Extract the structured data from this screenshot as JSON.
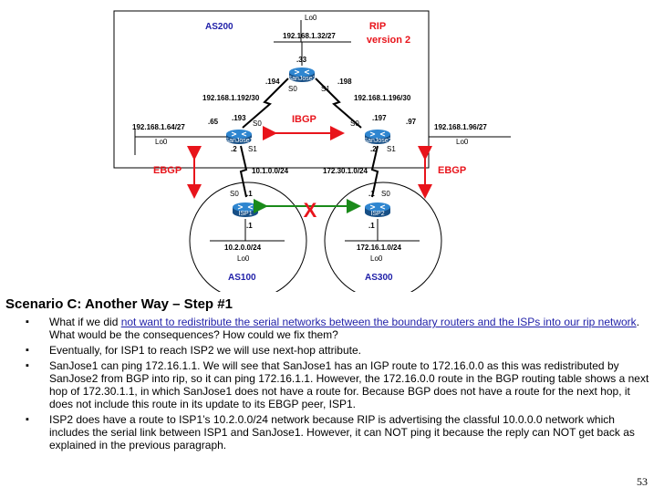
{
  "diagram": {
    "as200": "AS200",
    "as100": "AS100",
    "as300": "AS300",
    "rip_line1": "RIP",
    "rip_line2": "version 2",
    "ibgp": "IBGP",
    "ebgp_left": "EBGP",
    "ebgp_right": "EBGP",
    "x_mark": "X",
    "sanjose3": {
      "name": "SanJose3",
      "lo0": "Lo0",
      "lo0_net": "192.168.1.32/27",
      "host": ".33",
      "s0": "S0",
      "s1": "S1",
      "left_ip": ".194",
      "right_ip": ".198"
    },
    "sanjose1": {
      "name": "SanJose1",
      "lo0": "Lo0",
      "lo0_net": "192.168.1.64/27",
      "lo0_ip": ".65",
      "s0": "S0",
      "s0_ip": ".193",
      "s1": "S1",
      "s1_ip": ".2"
    },
    "sanjose2": {
      "name": "SanJose2",
      "lo0": "Lo0",
      "lo0_net": "192.168.1.96/27",
      "lo0_ip": ".97",
      "s0": "S0",
      "s0_ip": ".197",
      "s1": "S1",
      "s1_ip": ".2"
    },
    "isp1": {
      "name": "ISP1",
      "s0": "S0",
      "s0_ip": ".1",
      "lo0_ip": ".1",
      "lo0_net": "10.2.0.0/24",
      "lo0": "Lo0"
    },
    "isp2": {
      "name": "ISP2",
      "s0": "S0",
      "s0_ip": ".1",
      "lo0_ip": ".1",
      "lo0_net": "172.16.1.0/24",
      "lo0": "Lo0"
    },
    "net_sj3_sj1": "192.168.1.192/30",
    "net_sj3_sj2": "192.168.1.196/30",
    "net_sj1_isp1": "10.1.0.0/24",
    "net_sj2_isp2": "172.30.1.0/24",
    "colors": {
      "as_blue": "#1f1fa8",
      "alert_red": "#e8141b",
      "router_blue": "#1e6fb8",
      "link_green": "#1a8a1a"
    },
    "icons": {
      "router": "router-icon",
      "serial": "serial-link-icon",
      "arrow": "double-arrow-icon"
    }
  },
  "title": "Scenario C: Another Way – Step #1",
  "bullets": [
    {
      "pre": "What if we did ",
      "link": "not want to redistribute the serial networks between the boundary routers and the ISPs into our rip network",
      "post": ".  What would be the consequences?  How could we fix them?"
    },
    {
      "pre": "Eventually, for ISP1 to reach ISP2 we will use next-hop attribute.",
      "link": "",
      "post": ""
    },
    {
      "pre": "SanJose1 can ping 172.16.1.1. We will see that SanJose1 has an IGP route to 172.16.0.0 as this was redistributed by SanJose2 from BGP into rip, so it can ping 172.16.1.1.  However, the 172.16.0.0 route in the BGP routing table shows a next hop of 172.30.1.1, in which SanJose1 does not have a route for.  Because BGP does not have a route for the next hop, it does not include this route in its update to its EBGP peer, ISP1.",
      "link": "",
      "post": ""
    },
    {
      "pre": "ISP2 does have a route to ISP1’s 10.2.0.0/24 network because RIP is advertising the classful 10.0.0.0 network which includes the serial link between ISP1 and SanJose1.  However, it can NOT ping it because the reply can NOT get back as explained in the previous paragraph.",
      "link": "",
      "post": ""
    }
  ],
  "bullet_glyph": "▪",
  "page_number": "53"
}
